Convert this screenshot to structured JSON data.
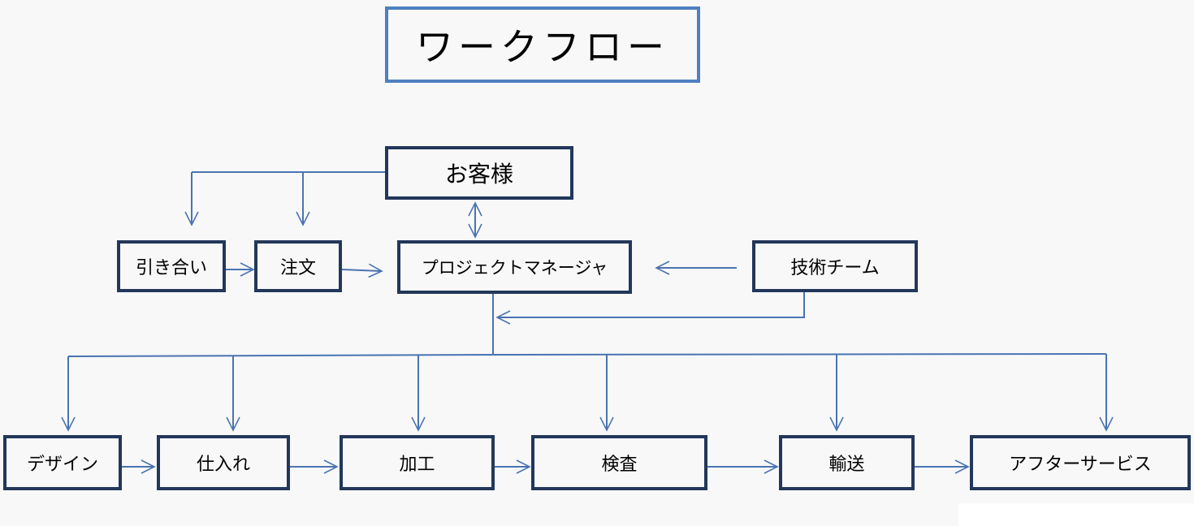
{
  "title": "ワークフロー",
  "nodes": {
    "customer": "お客様",
    "inquiry": "引き合い",
    "order": "注文",
    "project_manager": "プロジェクトマネージャ",
    "tech_team": "技術チーム",
    "design": "デザイン",
    "purchasing": "仕入れ",
    "processing": "加工",
    "inspection": "検査",
    "shipping": "輸送",
    "after_service": "アフターサービス"
  },
  "colors": {
    "title_border": "#4f7fc0",
    "node_border": "#22375a",
    "arrow": "#4a74b0"
  }
}
